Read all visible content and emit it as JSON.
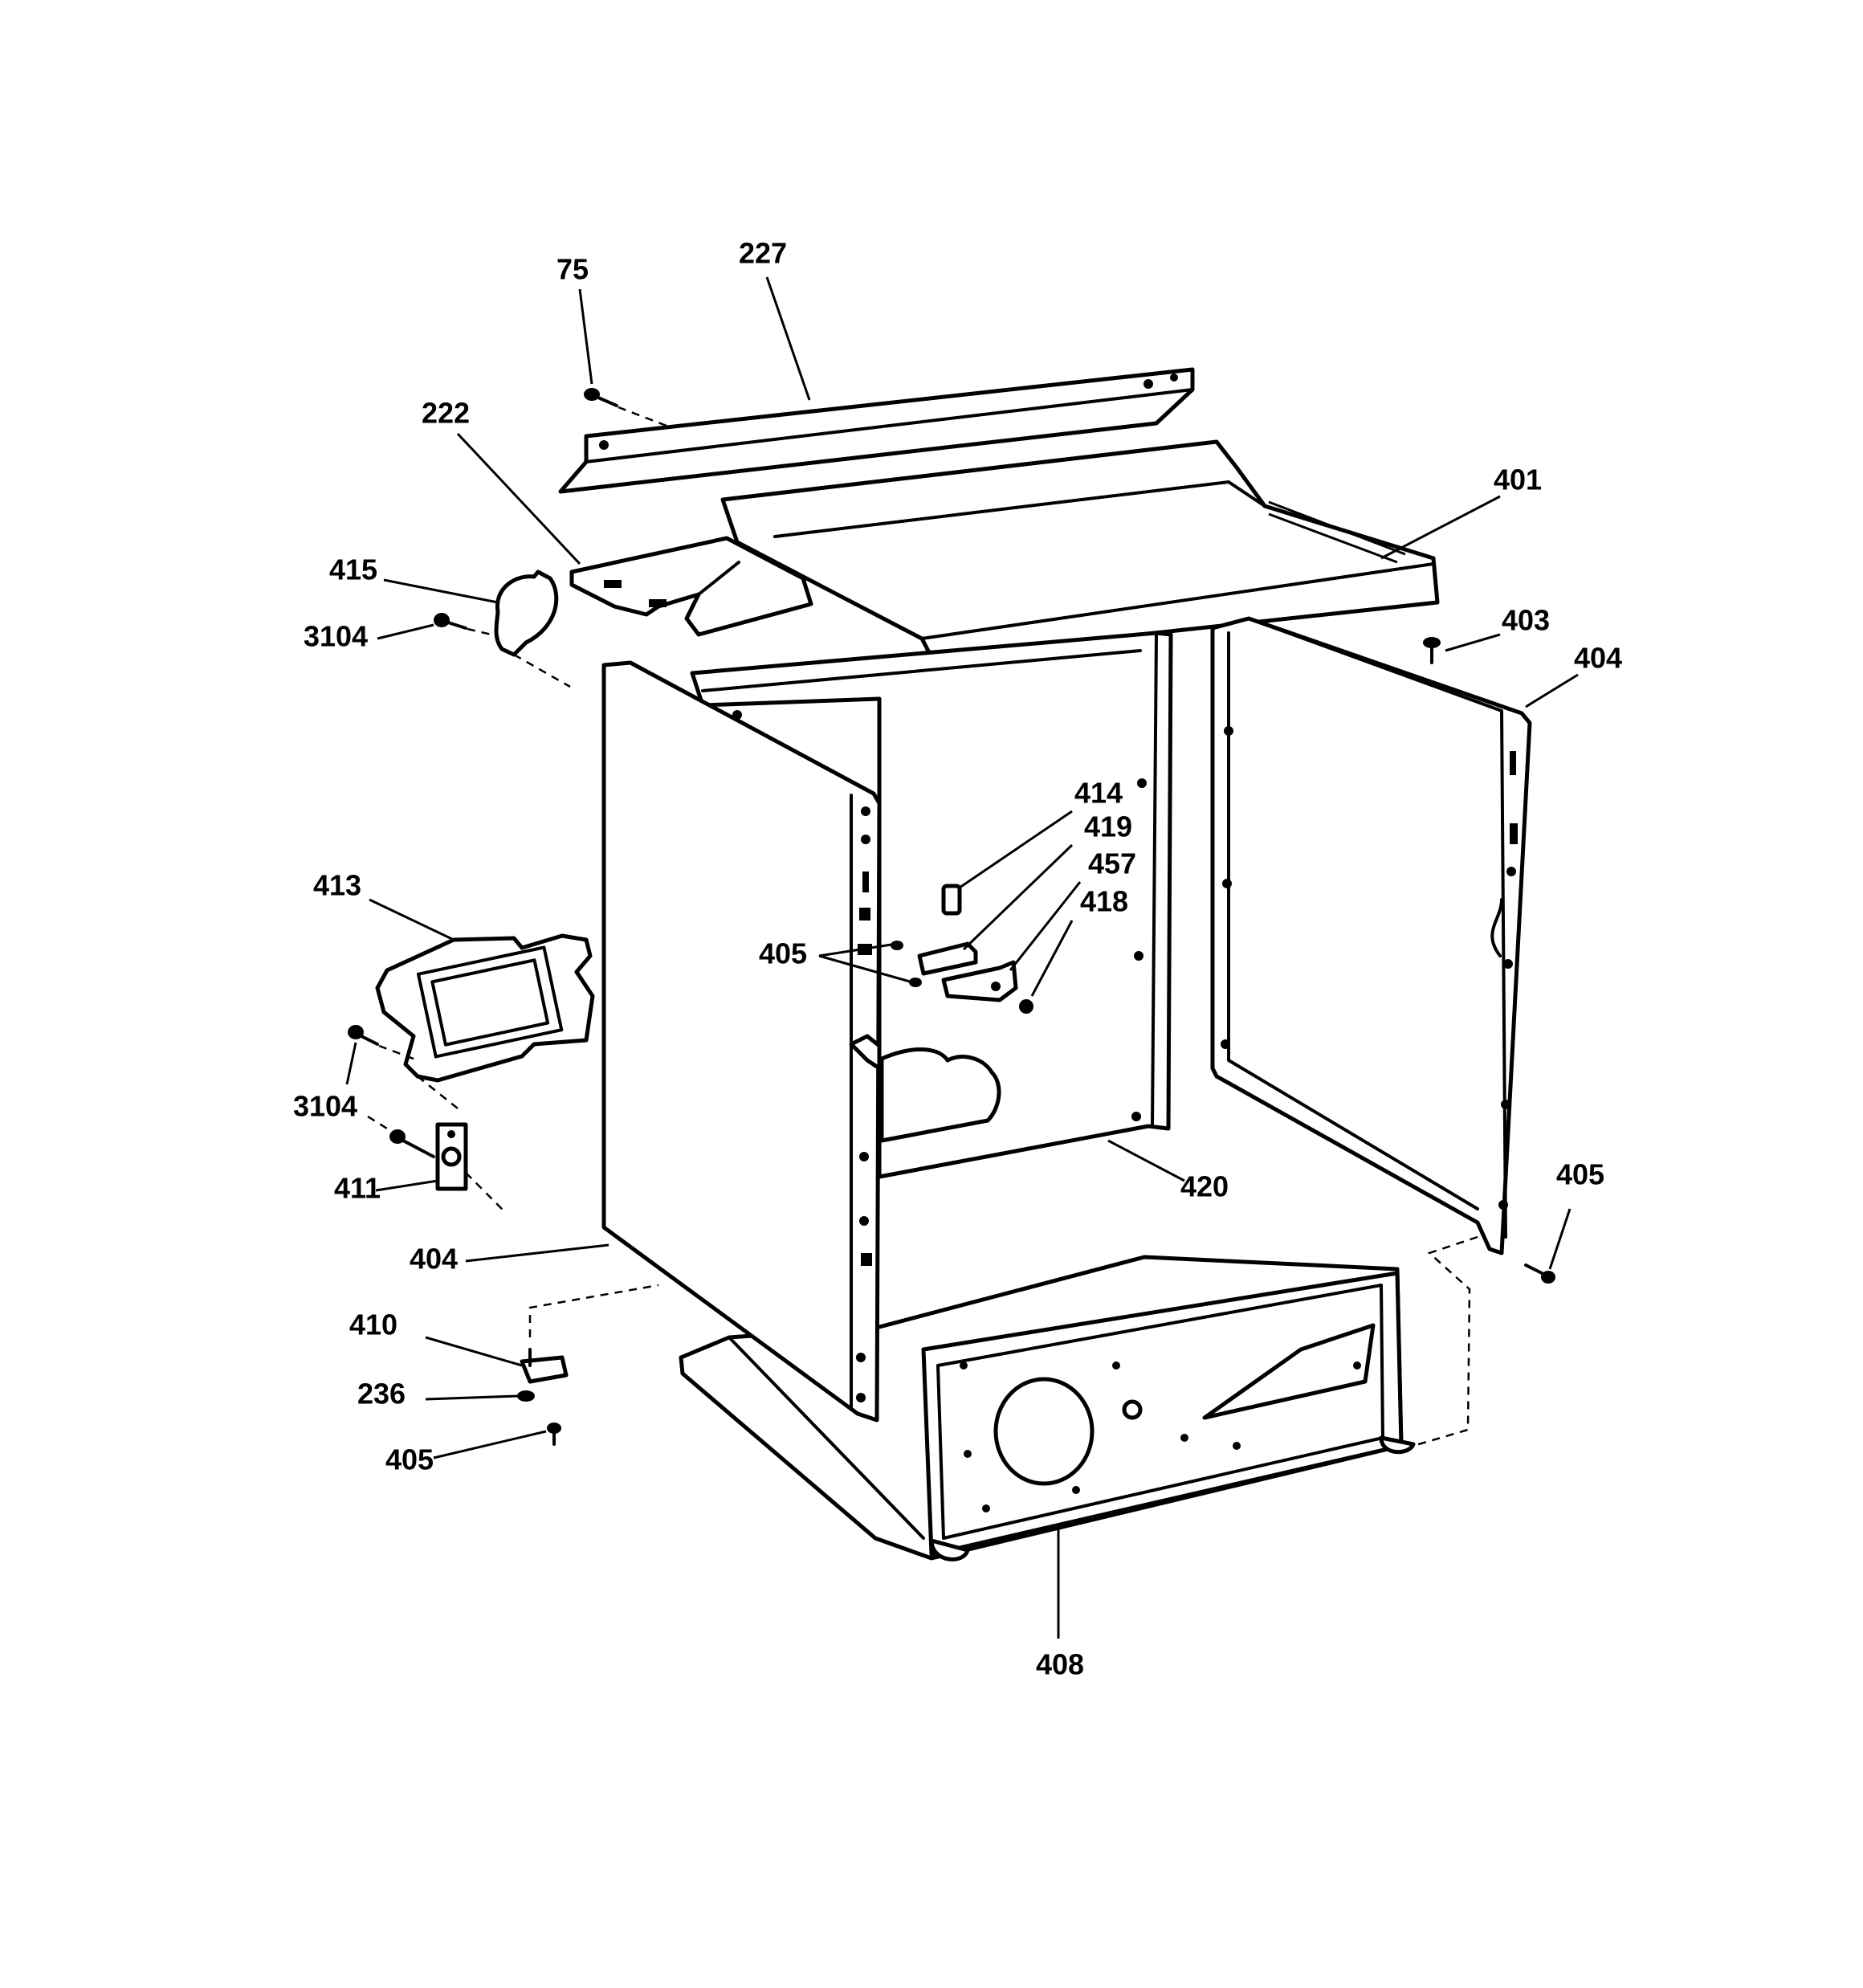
{
  "diagram": {
    "parts": [
      {
        "id": "p75",
        "label": "75"
      },
      {
        "id": "p227",
        "label": "227"
      },
      {
        "id": "p222",
        "label": "222"
      },
      {
        "id": "p401",
        "label": "401"
      },
      {
        "id": "p415",
        "label": "415"
      },
      {
        "id": "p3104a",
        "label": "3104"
      },
      {
        "id": "p403",
        "label": "403"
      },
      {
        "id": "p404a",
        "label": "404"
      },
      {
        "id": "p414",
        "label": "414"
      },
      {
        "id": "p419",
        "label": "419"
      },
      {
        "id": "p457",
        "label": "457"
      },
      {
        "id": "p418",
        "label": "418"
      },
      {
        "id": "p413",
        "label": "413"
      },
      {
        "id": "p405a",
        "label": "405"
      },
      {
        "id": "p3104b",
        "label": "3104"
      },
      {
        "id": "p411",
        "label": "411"
      },
      {
        "id": "p420",
        "label": "420"
      },
      {
        "id": "p405b",
        "label": "405"
      },
      {
        "id": "p404b",
        "label": "404"
      },
      {
        "id": "p410",
        "label": "410"
      },
      {
        "id": "p236",
        "label": "236"
      },
      {
        "id": "p405c",
        "label": "405"
      },
      {
        "id": "p408",
        "label": "408"
      }
    ]
  }
}
